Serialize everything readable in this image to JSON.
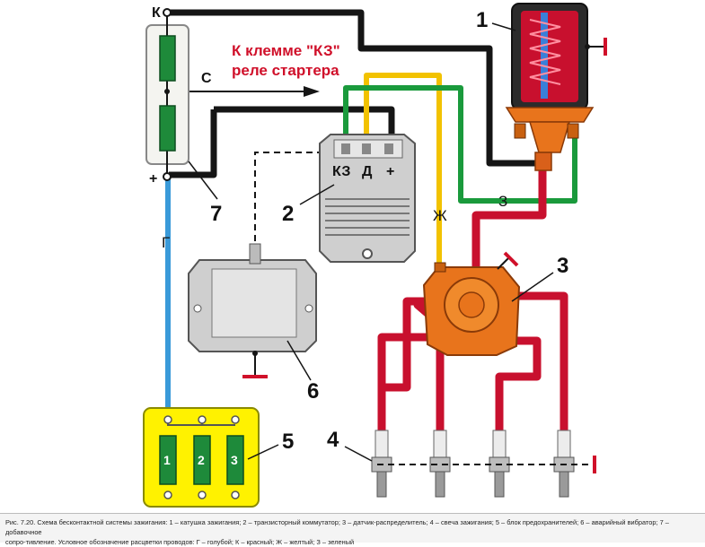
{
  "diagram": {
    "annotation_line1": "К клемме \"КЗ\"",
    "annotation_line2": "реле стартера",
    "resistor_terminals": {
      "top": "К",
      "middle": "С",
      "bottom": "+"
    },
    "commutator_terminals": [
      "КЗ",
      "Д",
      "+"
    ],
    "wire_letters": {
      "blue": "Г",
      "yellow": "Ж",
      "green": "З"
    },
    "component_numbers": [
      "1",
      "2",
      "3",
      "4",
      "5",
      "6",
      "7"
    ],
    "fuse_numbers": [
      "1",
      "2",
      "3"
    ],
    "colors": {
      "black_wire": "#151515",
      "red_wire": "#c8102e",
      "yellow_wire": "#f2c200",
      "green_wire": "#1a9a3c",
      "blue_wire": "#3a9ad9",
      "fuse_block": "#fff200",
      "distributor": "#e8741c",
      "ground_symbol": "#d0102a"
    }
  },
  "caption": {
    "line1": "Рис. 7.20. Схема бесконтактной системы зажигания: 1 – катушка зажигания; 2 – транзисторный коммутатор; 3 – датчик-распределитель; 4 – свеча зажигания; 5 – блок предохранителей; 6 – аварийный вибратор; 7 – добавочное",
    "line2": "сопро-тивление. Условное обозначение расцветки проводов: Г – голубой; К – красный; Ж – желтый; З – зеленый"
  }
}
